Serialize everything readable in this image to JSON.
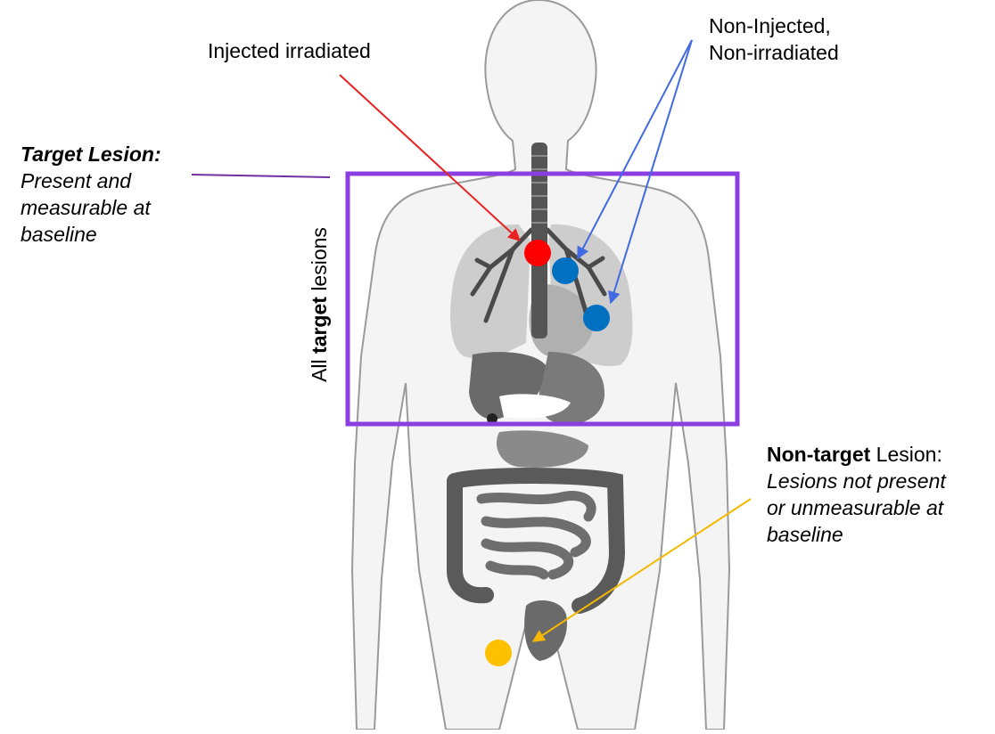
{
  "labels": {
    "injected": "Injected irradiated",
    "non_injected_line1": "Non-Injected,",
    "non_injected_line2": "Non-irradiated",
    "target_heading": "Target Lesion:",
    "target_desc_line1": "Present and",
    "target_desc_line2": "measurable at",
    "target_desc_line3": "baseline",
    "all_target_prefix": "All ",
    "all_target_bold": "target",
    "all_target_suffix": " lesions",
    "nontarget_bold": "Non-target",
    "nontarget_suffix": " Lesion:",
    "nontarget_desc_line1": "Lesions not present",
    "nontarget_desc_line2": "or unmeasurable at",
    "nontarget_desc_line3": "baseline"
  },
  "colors": {
    "injected_lesion": "#ff0000",
    "non_injected_lesion": "#0070c0",
    "nontarget_lesion": "#ffc000",
    "target_box": "#8c3fe0",
    "injected_arrow": "#e8201f",
    "non_injected_arrow": "#4169e1",
    "nontarget_arrow": "#f5b800",
    "target_pointer_line": "#7030a0"
  }
}
